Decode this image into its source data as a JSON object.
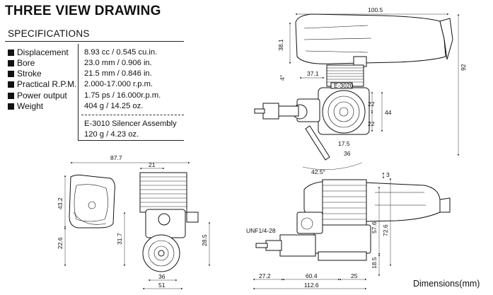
{
  "title": "THREE VIEW DRAWING",
  "specifications": {
    "heading": "SPECIFICATIONS",
    "rows": [
      {
        "label": "Displacement",
        "value": "8.93 cc / 0.545 cu.in."
      },
      {
        "label": "Bore",
        "value": "23.0 mm / 0.906 in."
      },
      {
        "label": "Stroke",
        "value": "21.5 mm / 0.846 in."
      },
      {
        "label": "Practical R.P.M.",
        "value": "2.000-17.000 r.p.m."
      },
      {
        "label": "Power output",
        "value": "1.75 ps / 16.000r.p.m."
      },
      {
        "label": "Weight",
        "value": "404 g / 14.25 oz."
      }
    ],
    "silencer_line1": "E-3010 Silencer Assembly",
    "silencer_line2": "120 g / 4.23 oz."
  },
  "dimensions_note": "Dimensions(mm)",
  "top_view": {
    "d_width": "100.5",
    "d_muffler": "38.1",
    "d_height": "92",
    "d_angle": "4°",
    "d_mount": "37.1",
    "d_22a": "22",
    "d_22b": "22",
    "d_44": "44",
    "d_175": "17.5",
    "d_36": "36",
    "d_angle2": "42.5°",
    "label": "E-3020"
  },
  "side_view": {
    "d_877": "87.7",
    "d_21": "21",
    "d_432": "43.2",
    "d_226": "22.6",
    "d_317": "31.7",
    "d_285": "28.5",
    "d_36": "36",
    "d_51": "51"
  },
  "front_view": {
    "thread": "UNF1/4-28",
    "d_3": "3",
    "d_576": "57.6",
    "d_726": "72.6",
    "d_185": "18.5",
    "d_272": "27.2",
    "d_604": "60.4",
    "d_25": "25",
    "d_1126": "112.6"
  }
}
